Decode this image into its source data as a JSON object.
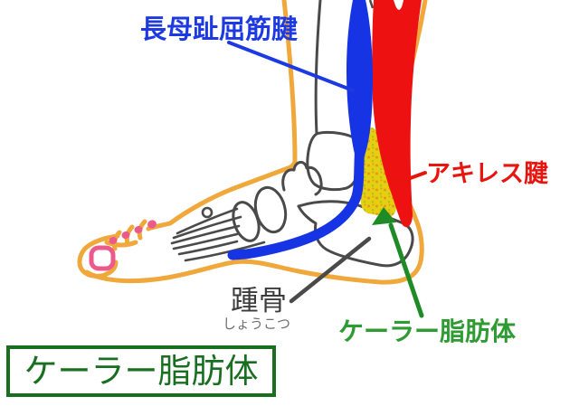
{
  "figure": {
    "labels": {
      "flexor_hallucis_longus": {
        "text": "長母趾屈筋腱",
        "color": "#1d3ae2"
      },
      "achilles": {
        "text": "アキレス腱",
        "color": "#e8140e"
      },
      "calcaneus": {
        "text": "踵骨",
        "furigana": "しょうこつ",
        "color": "#3c3c3c",
        "furigana_color": "#6e6e6e"
      },
      "kager": {
        "text": "ケーラー脂肪体",
        "color": "#2e9b33"
      }
    },
    "title_box": {
      "text": "ケーラー脂肪体",
      "color": "#1a6e20",
      "border_color": "#1a6e20"
    },
    "palette": {
      "skin": "#f0a83b",
      "nails": "#ec5a8c",
      "bones": "#4a4a4a",
      "tendon_blue": "#1634e4",
      "muscle_red": "#ee1111",
      "fat_yellow": "#e5cf10",
      "fat_speckle_orange": "#e09a1f",
      "fat_speckle_green": "#a5c520",
      "arrow_green": "#1f8b26",
      "pointer_gray": "#4a4a4a",
      "background": "#ffffff"
    }
  }
}
